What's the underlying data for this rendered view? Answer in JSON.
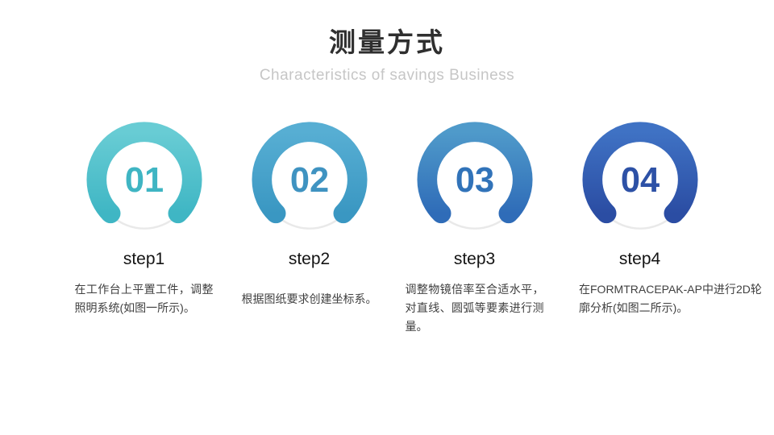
{
  "header": {
    "title": "测量方式",
    "subtitle": "Characteristics of savings Business"
  },
  "colors": {
    "track": "#e9e9e9",
    "title_color": "#2f2f2f",
    "subtitle_color": "#c6c6c6",
    "body_text": "#404040"
  },
  "steps": [
    {
      "number": "01",
      "label": "step1",
      "description": "在工作台上平置工件，调整照明系统(如图一所示)。",
      "ring_top": "#68ccd4",
      "ring_bottom": "#3fb6c4",
      "number_color": "#3fb5c3"
    },
    {
      "number": "02",
      "label": "step2",
      "description": "根据图纸要求创建坐标系。",
      "ring_top": "#57aed3",
      "ring_bottom": "#3a97c2",
      "number_color": "#3f93c1"
    },
    {
      "number": "03",
      "label": "step3",
      "description": "调整物镜倍率至合适水平，对直线、圆弧等要素进行测量。",
      "ring_top": "#4f9aca",
      "ring_bottom": "#2f6cb8",
      "number_color": "#3173b9"
    },
    {
      "number": "04",
      "label": "step4",
      "description": "在FORMTRACEPAK-AP中进行2D轮廓分析(如图二所示)。",
      "ring_top": "#3f72c4",
      "ring_bottom": "#2b4da3",
      "number_color": "#2d51a6"
    }
  ]
}
